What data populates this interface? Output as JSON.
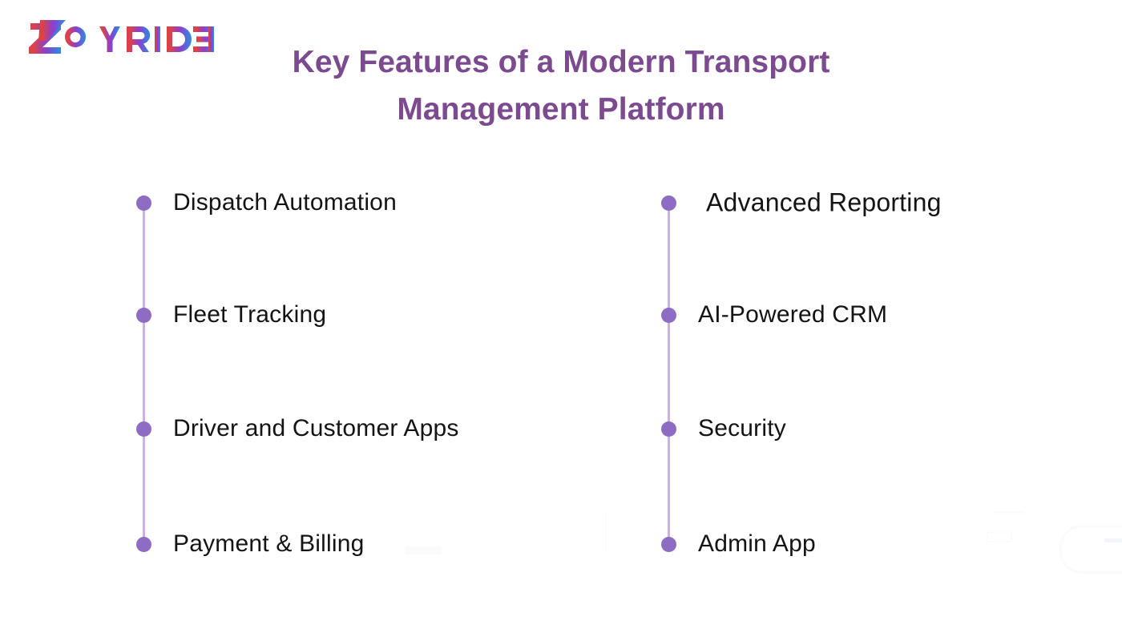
{
  "brand": {
    "name": "ZOYRIDE",
    "logo_icon": "zoyride-logo",
    "letters": [
      "Z",
      "O",
      "Y",
      "R",
      "I",
      "D",
      "E"
    ],
    "gradient_start": "#e0413f",
    "gradient_mid": "#8b3fd1",
    "gradient_end": "#2e8be0"
  },
  "heading": {
    "line1": "Key Features of a Modern Transport",
    "line2": "Management Platform",
    "color": "#7b4a8f"
  },
  "colors": {
    "background": "#ffffff",
    "dot": "#8e6cc4",
    "spine": "#c9b3e2",
    "item_text": "#141414",
    "deco": "#fafbfe"
  },
  "columns": [
    {
      "id": "left",
      "items": [
        {
          "label": "Dispatch Automation"
        },
        {
          "label": "Fleet Tracking"
        },
        {
          "label": "Driver and Customer Apps"
        },
        {
          "label": "Payment & Billing"
        }
      ]
    },
    {
      "id": "right",
      "items": [
        {
          "label": "Advanced Reporting"
        },
        {
          "label": "AI-Powered CRM"
        },
        {
          "label": "Security"
        },
        {
          "label": "Admin App"
        }
      ]
    }
  ]
}
